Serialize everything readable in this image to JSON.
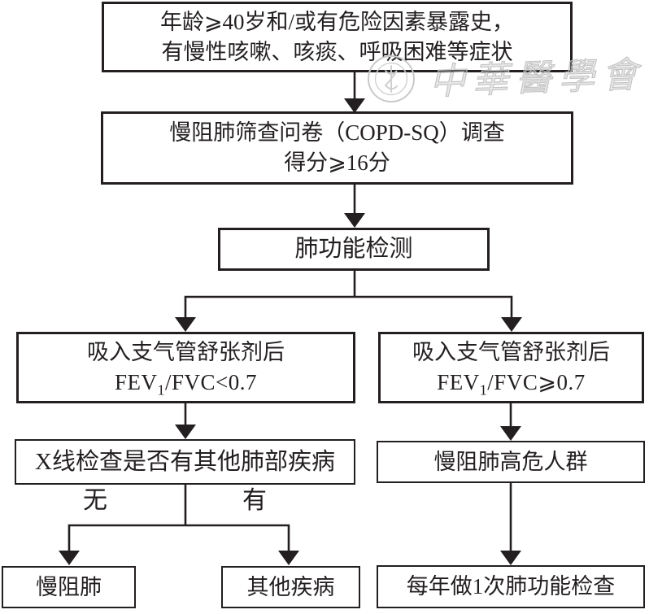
{
  "flow": {
    "criteria": {
      "line1": "年龄⩾40岁和/或有危险因素暴露史，",
      "line2": "有慢性咳嗽、咳痰、呼吸困难等症状"
    },
    "questionnaire": {
      "line1": "慢阻肺筛查问卷（COPD-SQ）调查",
      "line2": "得分⩾16分"
    },
    "lung_function_test": "肺功能检测",
    "low_ratio": {
      "line1": "吸入支气管舒张剂后",
      "fev": "FEV",
      "sub": "1",
      "rest": "/FVC<0.7"
    },
    "high_ratio": {
      "line1": "吸入支气管舒张剂后",
      "fev": "FEV",
      "sub": "1",
      "rest": "/FVC⩾0.7"
    },
    "xray_check": "X线检查是否有其他肺部疾病",
    "branch_no": "无",
    "branch_yes": "有",
    "copd": "慢阻肺",
    "other_disease": "其他疾病",
    "high_risk_group": "慢阻肺高危人群",
    "annual_test": "每年做1次肺功能检查"
  },
  "watermark": {
    "text": "中華醫學會"
  },
  "colors": {
    "ink": "#231f20",
    "background": "#ffffff",
    "watermark_gray": "#c3c3c3"
  }
}
